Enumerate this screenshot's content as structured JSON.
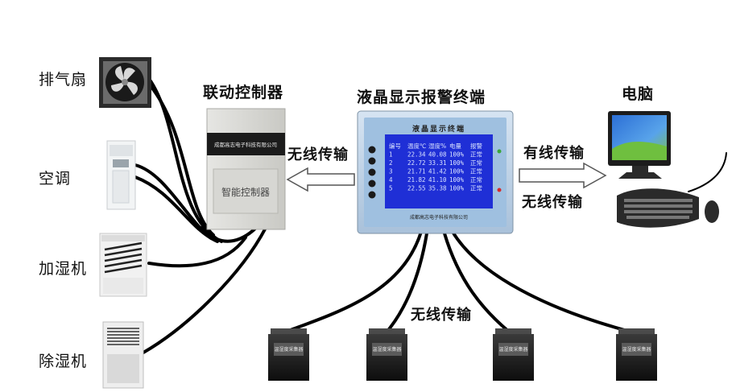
{
  "devices": {
    "fan": "排气扇",
    "ac": "空调",
    "humidifier": "加湿机",
    "dehumidifier": "除湿机"
  },
  "controller": {
    "title": "联动控制器",
    "maker_text": "成都高志电子科技有限公司",
    "panel_text": "智能控制器"
  },
  "terminal": {
    "title": "液晶显示报警终端",
    "header_text": "液晶显示终端",
    "footer_text": "成都高志电子科技有限公司",
    "table": {
      "headers": [
        "编号",
        "温度℃",
        "湿度%",
        "电量",
        "报警"
      ],
      "rows": [
        [
          "1",
          "22.34",
          "40.08",
          "100%",
          "正常"
        ],
        [
          "2",
          "22.72",
          "33.31",
          "100%",
          "正常"
        ],
        [
          "3",
          "21.71",
          "41.42",
          "100%",
          "正常"
        ],
        [
          "4",
          "21.82",
          "41.10",
          "100%",
          "正常"
        ],
        [
          "5",
          "22.55",
          "35.38",
          "100%",
          "正常"
        ]
      ]
    }
  },
  "computer": {
    "title": "电脑"
  },
  "links": {
    "wireless_left": "无线传输",
    "wired_right": "有线传输",
    "wireless_right": "无线传输",
    "wireless_bottom": "无线传输"
  },
  "sensors": {
    "label": "温湿度采集器"
  },
  "colors": {
    "terminal_frame": "#bfd3e6",
    "terminal_screen": "#1f2fd6",
    "screen_text": "#d9e2ff",
    "cable": "#000000"
  }
}
